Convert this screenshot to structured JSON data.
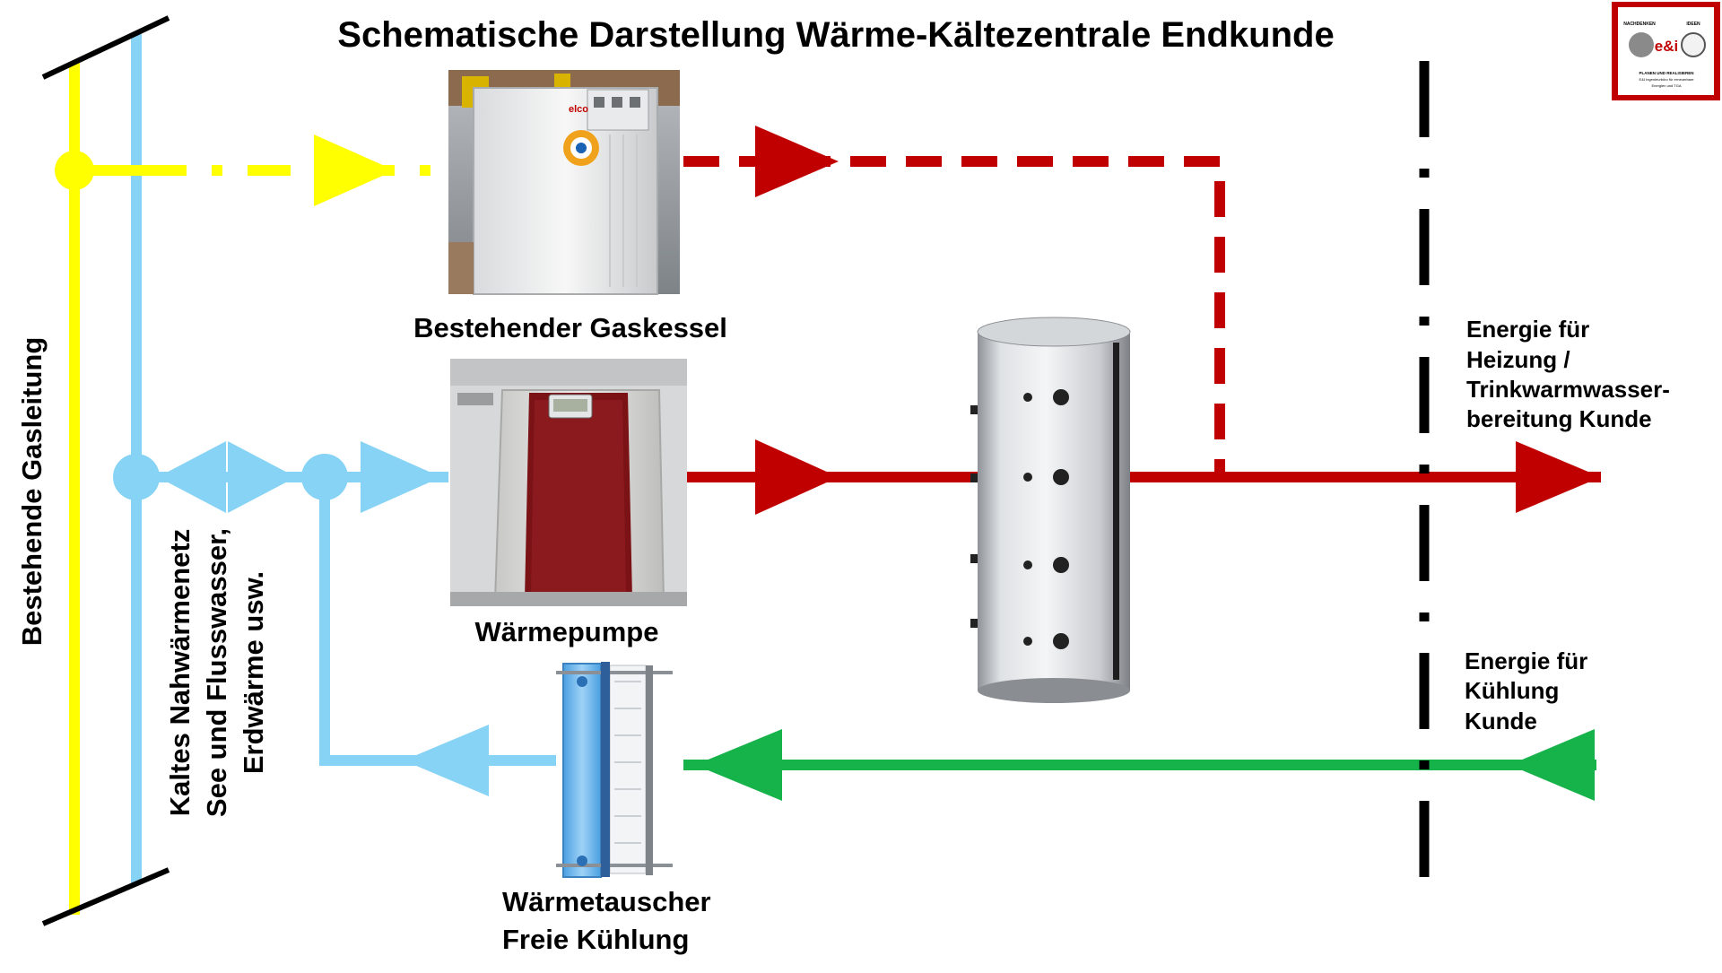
{
  "title": "Schematische Darstellung Wärme-Kältezentrale Endkunde",
  "labels": {
    "gas_pipe": "Bestehende Gasleitung",
    "cold_network_line1": "Kaltes Nahwärmenetz",
    "cold_network_line2": "See und Flusswasser,",
    "cold_network_line3": "Erdwärme usw.",
    "gas_boiler": "Bestehender Gaskessel",
    "heat_pump": "Wärmepumpe",
    "heat_exchanger_line1": "Wärmetauscher",
    "heat_exchanger_line2": "Freie Kühlung",
    "heating_energy_line1": "Energie für",
    "heating_energy_line2": "Heizung /",
    "heating_energy_line3": "Trinkwarmwasser-",
    "heating_energy_line4": "bereitung Kunde",
    "cooling_energy_line1": "Energie für",
    "cooling_energy_line2": "Kühlung",
    "cooling_energy_line3": "Kunde"
  },
  "logo": {
    "top_left": "NACHDENKEN",
    "top_right": "IDEEN",
    "center": "e&i",
    "bottom_line1": "PLANEN UND REALISIEREN",
    "bottom_line2": "E&I Ingenieurbüro für erneuerbare",
    "bottom_line3": "Energien und TGA"
  },
  "boiler_brand": "elco",
  "colors": {
    "gas": "#ffff00",
    "cold_network": "#87d3f5",
    "heating": "#c00000",
    "cooling": "#16b24a",
    "boundary": "#000000",
    "logo_frame": "#c00000"
  }
}
